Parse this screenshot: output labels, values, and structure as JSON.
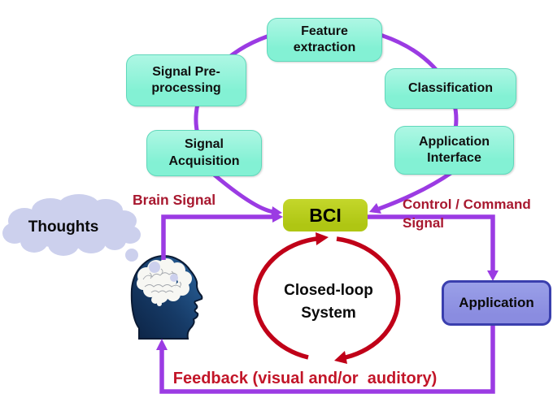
{
  "colors": {
    "box_fill": "#83f1d4",
    "box_border": "#60d8bb",
    "bci_fill": "#afc613",
    "application_fill": "#8a8ce0",
    "application_border": "#3a3fae",
    "arrow_purple": "#9b3be3",
    "loop_red": "#c00018",
    "label_red": "#a8182f",
    "feedback_red": "#c21528",
    "cloud_fill": "#ccd0ed",
    "head_blue_light": "#2b66a0",
    "head_blue_dark": "#0c2344"
  },
  "pipeline": {
    "stages": [
      {
        "label": "Feature\nextraction"
      },
      {
        "label": "Signal Pre-\nprocessing"
      },
      {
        "label": "Classification"
      },
      {
        "label": "Signal\nAcquisition"
      },
      {
        "label": "Application\nInterface"
      }
    ]
  },
  "core": {
    "bci_label": "BCI",
    "application_label": "Application",
    "closed_loop_label": "Closed-loop\nSystem",
    "thoughts_label": "Thoughts"
  },
  "signals": {
    "brain_signal_label": "Brain Signal",
    "control_command_label": "Control / Command\nSignal",
    "feedback_label": "Feedback (visual and/or  auditory)"
  }
}
